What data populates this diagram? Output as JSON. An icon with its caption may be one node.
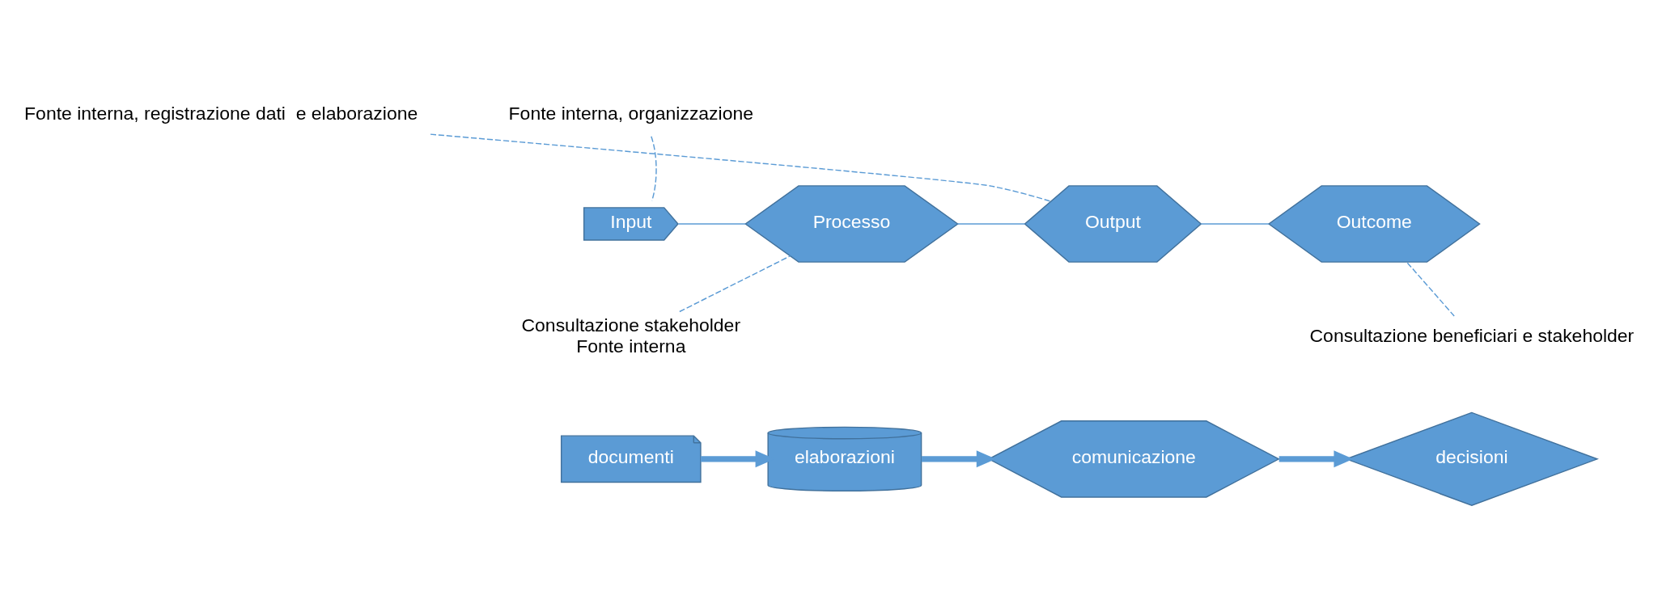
{
  "diagram": {
    "nodes": [
      {
        "text": [
          "Input"
        ]
      },
      {
        "text": [
          "Processo"
        ]
      },
      {
        "text": [
          "Output"
        ]
      },
      {
        "text": [
          "Outcome"
        ]
      },
      {
        "text": [
          "Fonte interna, organizzazione"
        ]
      },
      {
        "text": [
          "Fonte interna, registrazione dati  e elaborazione"
        ]
      },
      {
        "text": [
          "Consultazione stakeholder",
          "Fonte interna"
        ]
      },
      {
        "text": [
          "Consultazione beneficiari e stakeholder"
        ]
      },
      {
        "text": [
          "documenti"
        ]
      },
      {
        "text": [
          "elaborazioni"
        ]
      },
      {
        "text": [
          "comunicazione"
        ]
      },
      {
        "text": [
          "decisioni"
        ]
      }
    ],
    "edges": [
      {
        "from": 0,
        "to": 1,
        "arrow": "none"
      },
      {
        "from": 1,
        "to": 2,
        "arrow": "none"
      },
      {
        "from": 2,
        "to": 3,
        "arrow": "none"
      },
      {
        "from": 4,
        "to": 0,
        "arrow": "none",
        "style": "dashed"
      },
      {
        "from": 5,
        "to": 2,
        "arrow": "none",
        "style": "dashed"
      },
      {
        "from": 6,
        "to": 1,
        "arrow": "none",
        "style": "dashed"
      },
      {
        "from": 7,
        "to": 3,
        "arrow": "none",
        "style": "dashed"
      },
      {
        "from": 8,
        "to": 9,
        "arrow": "to",
        "style": "thick"
      },
      {
        "from": 9,
        "to": 10,
        "arrow": "to",
        "style": "thick"
      },
      {
        "from": 10,
        "to": 11,
        "arrow": "to",
        "style": "thick"
      }
    ]
  }
}
